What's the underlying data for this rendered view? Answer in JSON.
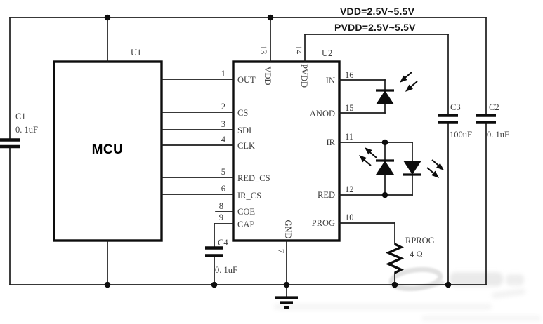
{
  "schematic": {
    "rails": {
      "vdd": "VDD=2.5V~5.5V",
      "pvdd": "PVDD=2.5V~5.5V"
    },
    "u1": {
      "ref": "U1",
      "name": "MCU"
    },
    "u2": {
      "ref": "U2",
      "left_pins": [
        {
          "num": "1",
          "name": "OUT"
        },
        {
          "num": "2",
          "name": "CS"
        },
        {
          "num": "3",
          "name": "SDI"
        },
        {
          "num": "4",
          "name": "CLK"
        },
        {
          "num": "5",
          "name": "RED_CS"
        },
        {
          "num": "6",
          "name": "IR_CS"
        },
        {
          "num": "8",
          "name": "COE"
        },
        {
          "num": "9",
          "name": "CAP"
        }
      ],
      "right_pins": [
        {
          "num": "16",
          "name": "IN"
        },
        {
          "num": "15",
          "name": "ANOD"
        },
        {
          "num": "11",
          "name": "IR"
        },
        {
          "num": "12",
          "name": "RED"
        },
        {
          "num": "10",
          "name": "PROG"
        }
      ],
      "top_pins": [
        {
          "num": "13",
          "name": "VDD"
        },
        {
          "num": "14",
          "name": "PVDD"
        }
      ],
      "bottom_pins": [
        {
          "num": "7",
          "name": "GND"
        }
      ]
    },
    "caps": {
      "c1": {
        "ref": "C1",
        "value": "0. 1uF"
      },
      "c2": {
        "ref": "C2",
        "value": "0. 1uF"
      },
      "c3": {
        "ref": "C3",
        "value": "100uF"
      },
      "c4": {
        "ref": "C4",
        "value": "0. 1uF"
      }
    },
    "resistors": {
      "rprog": {
        "ref": "RPROG",
        "value": "4 Ω"
      }
    }
  }
}
